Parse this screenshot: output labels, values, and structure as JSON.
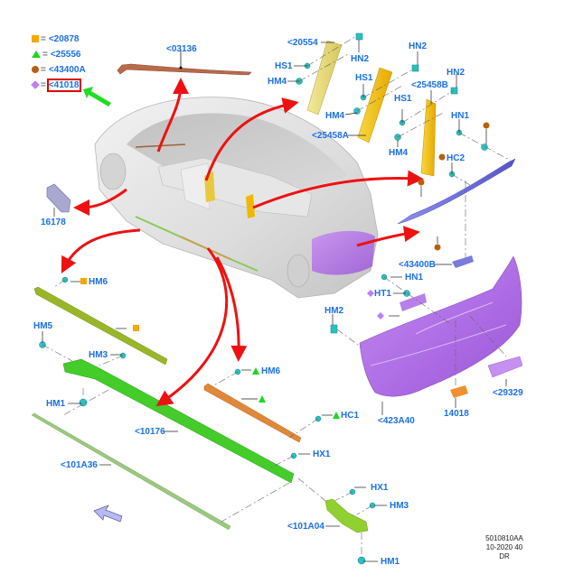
{
  "legend": [
    {
      "symbol": "orange-square",
      "color": "#f5a800",
      "code": "<20878"
    },
    {
      "symbol": "green-triangle",
      "color": "#1ed61e",
      "code": "<25556"
    },
    {
      "symbol": "brown-circle",
      "color": "#b8600e",
      "code": "<43400A"
    },
    {
      "symbol": "purple-diamond",
      "color": "#c07ef0",
      "code": "<41018",
      "highlighted": true
    }
  ],
  "equals": "=",
  "parts": {
    "roof_molding": "<03136",
    "b_pillar_left": "<20554",
    "b_pillar_mid": "<25458A",
    "c_pillar": "<25458B",
    "vent": "16178",
    "spoiler_bracket": "<43400B",
    "rear_bumper": "<423A40",
    "sensor": "14018",
    "bracket_rear": "<29329",
    "sill_trim": "<10176",
    "sill_rod": "<101A36",
    "sill_end": "<101A04"
  },
  "fasteners": {
    "hs1_a": "HS1",
    "hm4_a": "HM4",
    "hn2_a": "HN2",
    "hs1_b": "HS1",
    "hm4_b": "HM4",
    "hn2_b": "HN2",
    "hs1_c": "HS1",
    "hm4_c": "HM4",
    "hn2_c": "HN2",
    "hn1_a": "HN1",
    "hc2": "HC2",
    "hn1_b": "HN1",
    "ht1": "HT1",
    "hm2": "HM2",
    "hm6_a": "HM6",
    "hm5": "HM5",
    "hm3_a": "HM3",
    "hm1_a": "HM1",
    "hm6_b": "HM6",
    "hc1": "HC1",
    "hx1_a": "HX1",
    "hx1_b": "HX1",
    "hm3_b": "HM3",
    "hm1_b": "HM1"
  },
  "footer": {
    "line1": "5010810AA",
    "line2": "10-2020 40",
    "line3": "DR"
  },
  "colors": {
    "label_blue": "#1a6fe6",
    "arrow_red": "#ee1111",
    "pointer_green": "#22dd22",
    "highlight_red": "#e00000"
  }
}
